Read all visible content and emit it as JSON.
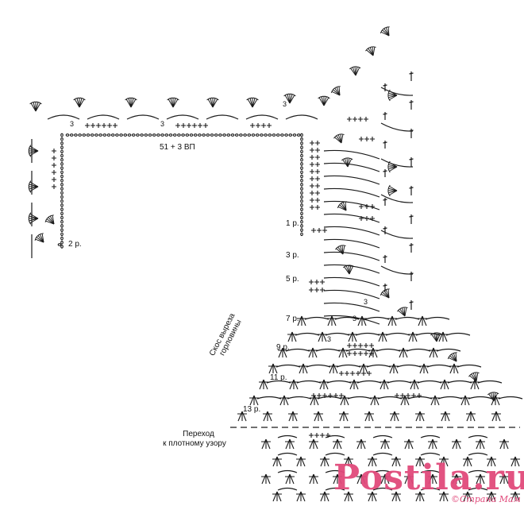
{
  "labels": {
    "foundation": "51 + 3 ВП",
    "row_2": "2 р.",
    "row_1": "1 р.",
    "row_3": "3 р.",
    "row_5": "5 р.",
    "row_7": "7 р.",
    "row_9": "9 р.",
    "row_11": "11 р.",
    "row_13": "13 р.",
    "chain_count": "3",
    "neck_slope_line1": "Скос выреза",
    "neck_slope_line2": "горловины",
    "transition_line1": "Переход",
    "transition_line2": "к плотному узору"
  },
  "watermark": {
    "main": "Postila.ru",
    "corner": "©Страна Мам"
  },
  "colors": {
    "ink": "#1a1a1a",
    "watermark": "#e14a7b",
    "background": "#ffffff"
  }
}
